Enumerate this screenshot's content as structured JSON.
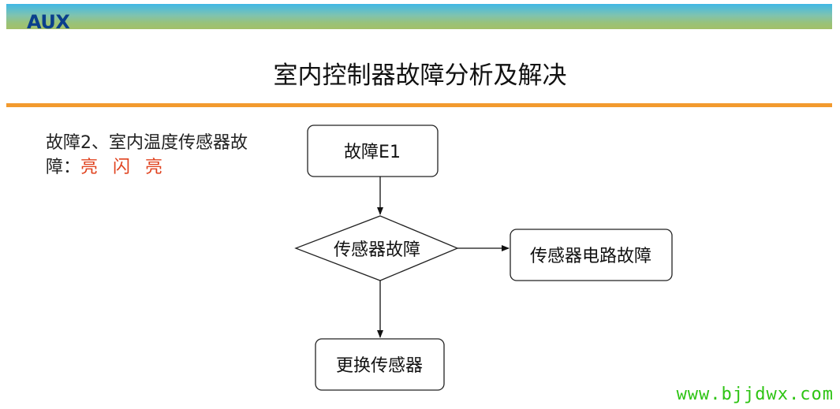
{
  "header": {
    "logo": "AUX",
    "title": "室内控制器故障分析及解决"
  },
  "fault": {
    "desc_prefix": "故障2、室内温度传感器故障：",
    "led_pattern": "亮 闪 亮"
  },
  "flowchart": {
    "start": "故障E1",
    "decision": "传感器故障",
    "branch_right": "传感器电路故障",
    "branch_down": "更换传感器"
  },
  "watermark": "www.bjjdwx.com",
  "colors": {
    "header_gradient_top": "#3fb8e6",
    "header_gradient_bottom": "#a3c068",
    "logo": "#0a3f8c",
    "rule": "#f29a2e",
    "led_text": "#e0421e",
    "watermark": "#2ec414"
  }
}
